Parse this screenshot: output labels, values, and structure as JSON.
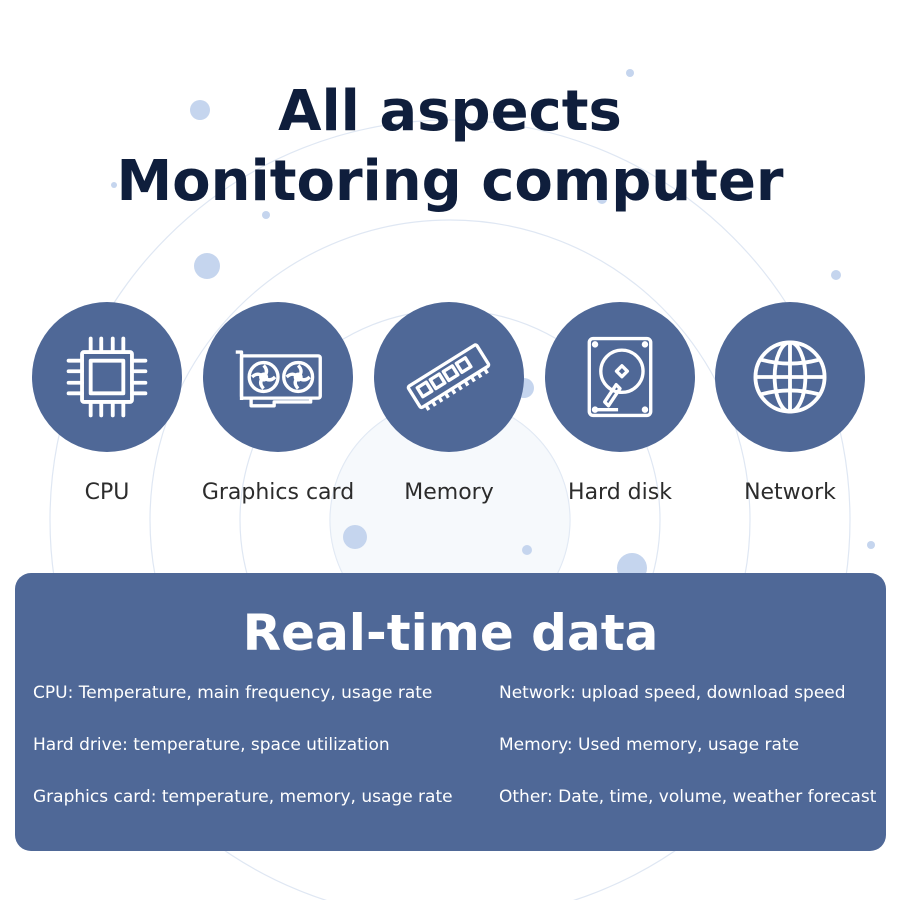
{
  "heading": {
    "line1": "All aspects",
    "line2": "Monitoring computer"
  },
  "components": [
    {
      "label": "CPU",
      "icon": "cpu-icon"
    },
    {
      "label": "Graphics card",
      "icon": "graphics-card-icon"
    },
    {
      "label": "Memory",
      "icon": "memory-icon"
    },
    {
      "label": "Hard disk",
      "icon": "hard-disk-icon"
    },
    {
      "label": "Network",
      "icon": "globe-icon"
    }
  ],
  "panel": {
    "title": "Real-time data",
    "features_left": [
      "CPU: Temperature, main frequency, usage rate",
      "Hard drive: temperature, space utilization",
      "Graphics card: temperature, memory, usage rate"
    ],
    "features_right": [
      "Network: upload speed, download speed",
      "Memory: Used memory, usage rate",
      "Other: Date, time, volume, weather forecast"
    ]
  },
  "colors": {
    "accent": "#4f6897",
    "heading": "#0f1e3c",
    "label": "#2c2c2c",
    "ring": "#cfd9ea",
    "dot": "#c5d5ee"
  }
}
